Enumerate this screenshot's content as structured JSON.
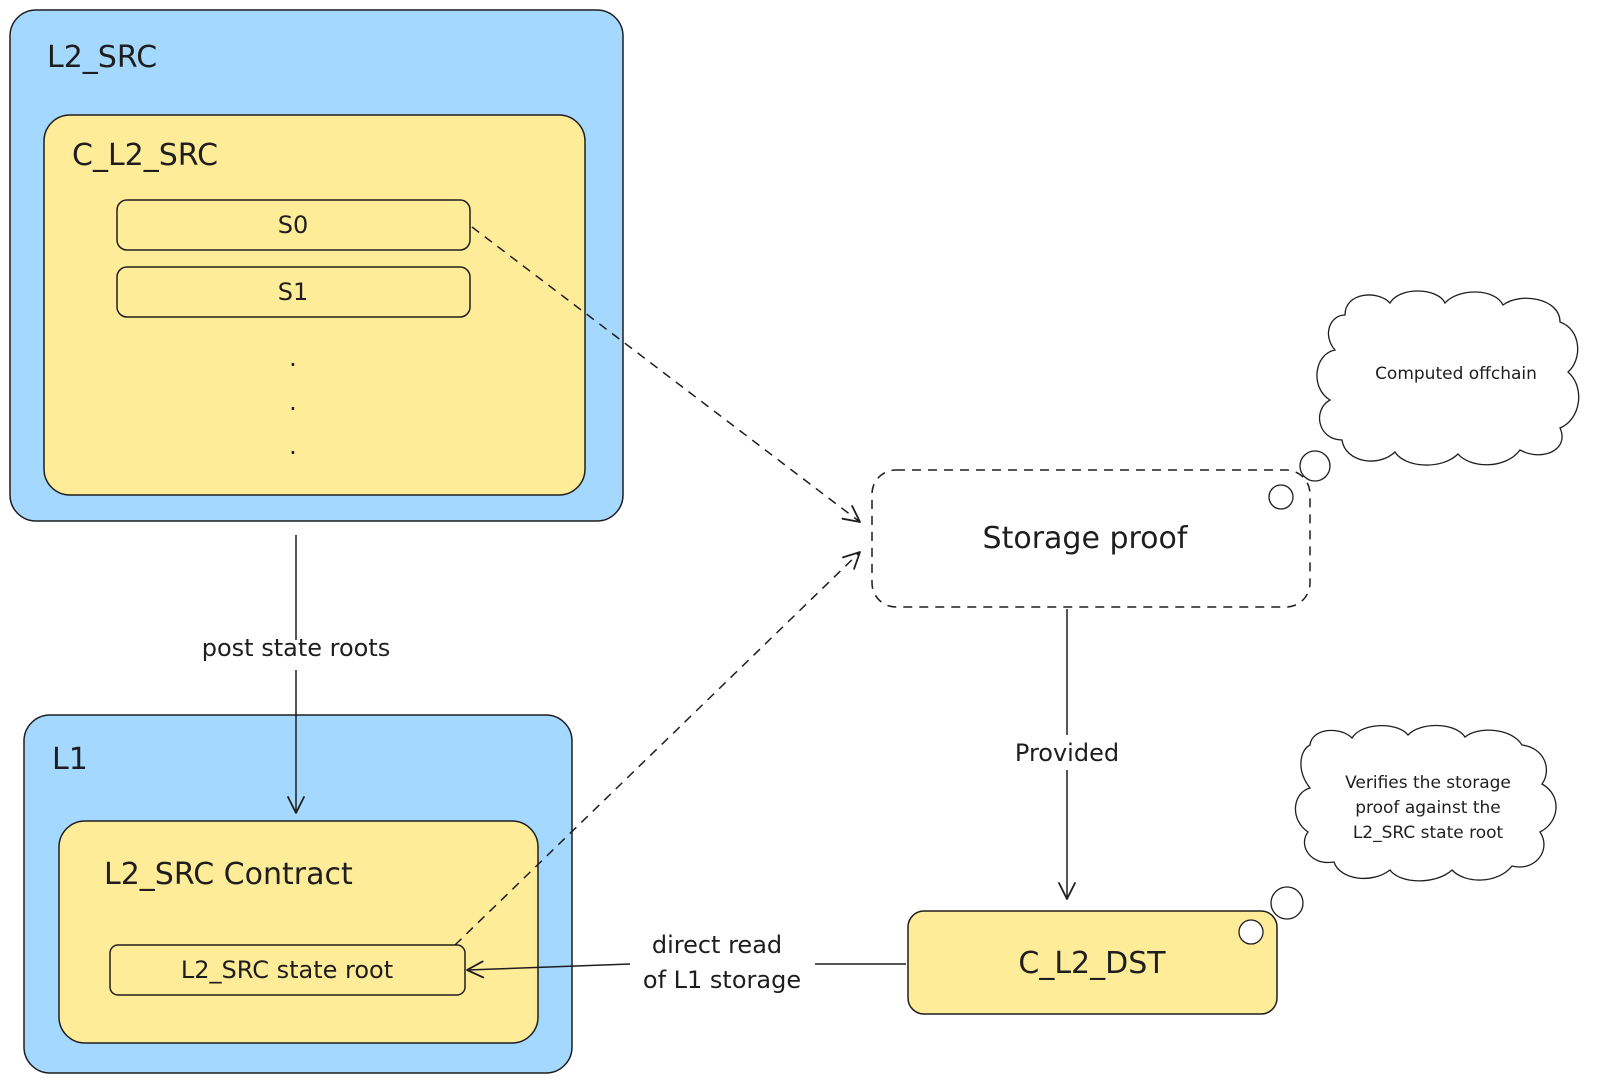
{
  "l2_src": {
    "title": "L2_SRC",
    "contract": {
      "title": "C_L2_SRC",
      "slots": [
        "S0",
        "S1"
      ],
      "ellipsis": [
        ".",
        ".",
        "."
      ]
    }
  },
  "l1": {
    "title": "L1",
    "contract": {
      "title": "L2_SRC Contract",
      "state_root": "L2_SRC state root"
    }
  },
  "storage_proof": {
    "title": "Storage proof"
  },
  "c_l2_dst": {
    "title": "C_L2_DST"
  },
  "edges": {
    "post_state_roots": "post state roots",
    "provided": "Provided",
    "direct_read_line1": "direct read",
    "direct_read_line2": "of L1 storage"
  },
  "notes": {
    "offchain": "Computed offchain",
    "verifies_line1": "Verifies the storage",
    "verifies_line2": "proof against the",
    "verifies_line3": "L2_SRC state root"
  },
  "colors": {
    "outer_fill": "#a5d8ff",
    "inner_fill": "#ffec99",
    "stroke": "#1e1e1e",
    "background": "#ffffff"
  }
}
